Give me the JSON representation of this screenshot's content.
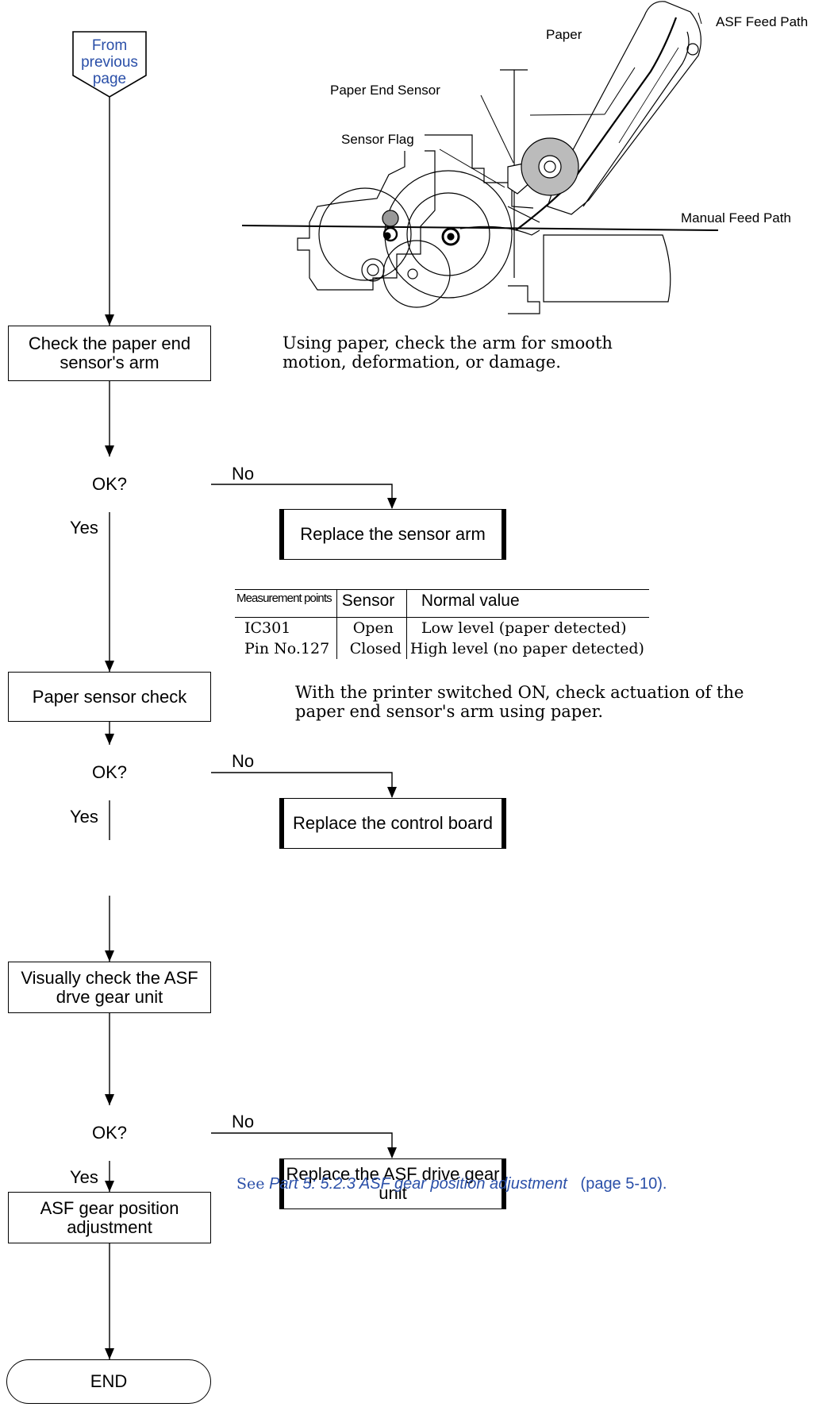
{
  "start": {
    "lines": [
      "From",
      "previous",
      "page"
    ]
  },
  "figure": {
    "labels": {
      "paper": "Paper",
      "asf_feed_path": "ASF Feed Path",
      "paper_end_sensor": "Paper End Sensor",
      "sensor_flag": "Sensor Flag",
      "manual_feed_path": "Manual Feed Path"
    }
  },
  "steps": {
    "check_arm": "Check the paper end sensor's arm",
    "paper_sensor_check": "Paper sensor check",
    "visual_check": "Visually check the ASF drve gear unit",
    "gear_adjust": "ASF gear position adjustment"
  },
  "decisions": {
    "d1": "OK?",
    "d2": "OK?",
    "d3": "OK?",
    "no_label": "No",
    "yes_label": "Yes"
  },
  "actions": {
    "replace_arm": "Replace the sensor arm",
    "replace_board": "Replace the control board",
    "replace_gear": "Replace the ASF drive gear unit"
  },
  "notes": {
    "arm_check": [
      "Using paper, check the arm for smooth",
      "motion, deformation, or damage."
    ],
    "sensor_check": [
      "With the printer switched ON, check actuation of the",
      "paper end sensor's arm using paper."
    ]
  },
  "table": {
    "headers": [
      "Measurement points",
      "Sensor",
      "Normal value"
    ],
    "rows": [
      [
        "IC301",
        "Open",
        "Low level (paper detected)"
      ],
      [
        "Pin No.127",
        "Closed",
        "High level (no paper detected)"
      ]
    ]
  },
  "reference": {
    "see": "See",
    "ref_text": "Part 5: 5.2.3 ASF gear position adjustment",
    "page": "(page 5-10)."
  },
  "end": "END",
  "colors": {
    "link_blue": "#2a4fa8",
    "line": "#000000",
    "figure_fill": "#bbbbbb"
  }
}
